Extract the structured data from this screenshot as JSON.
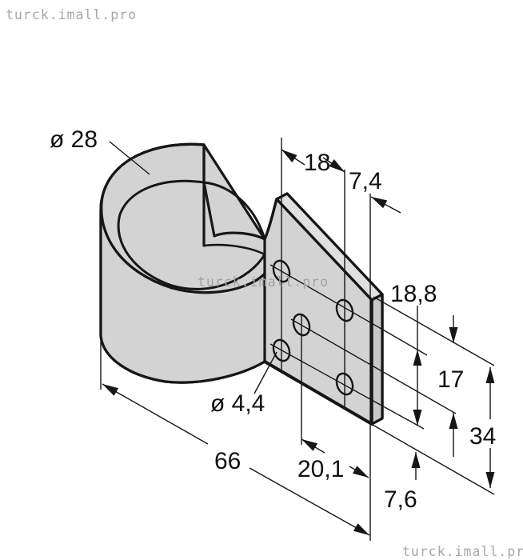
{
  "watermarks": {
    "top_left": "turck.imall.pro",
    "center": "turck.imall.pro",
    "bottom_right": "turck.imall.pro"
  },
  "drawing": {
    "type": "technical-dimension-drawing",
    "part": "clamp mounting bracket",
    "units_style": "comma-decimal",
    "dimensions": {
      "clamp_inner_diameter": "ø 28",
      "hole_column_spacing": "18",
      "plate_thickness": "7,4",
      "top_to_hole_row": "18,8",
      "hole_row_spacing": "17",
      "plate_height": "34",
      "hole_diameter": "ø 4,4",
      "overall_length": "66",
      "center_hole_offset": "20,1",
      "bottom_offset": "7,6"
    }
  }
}
